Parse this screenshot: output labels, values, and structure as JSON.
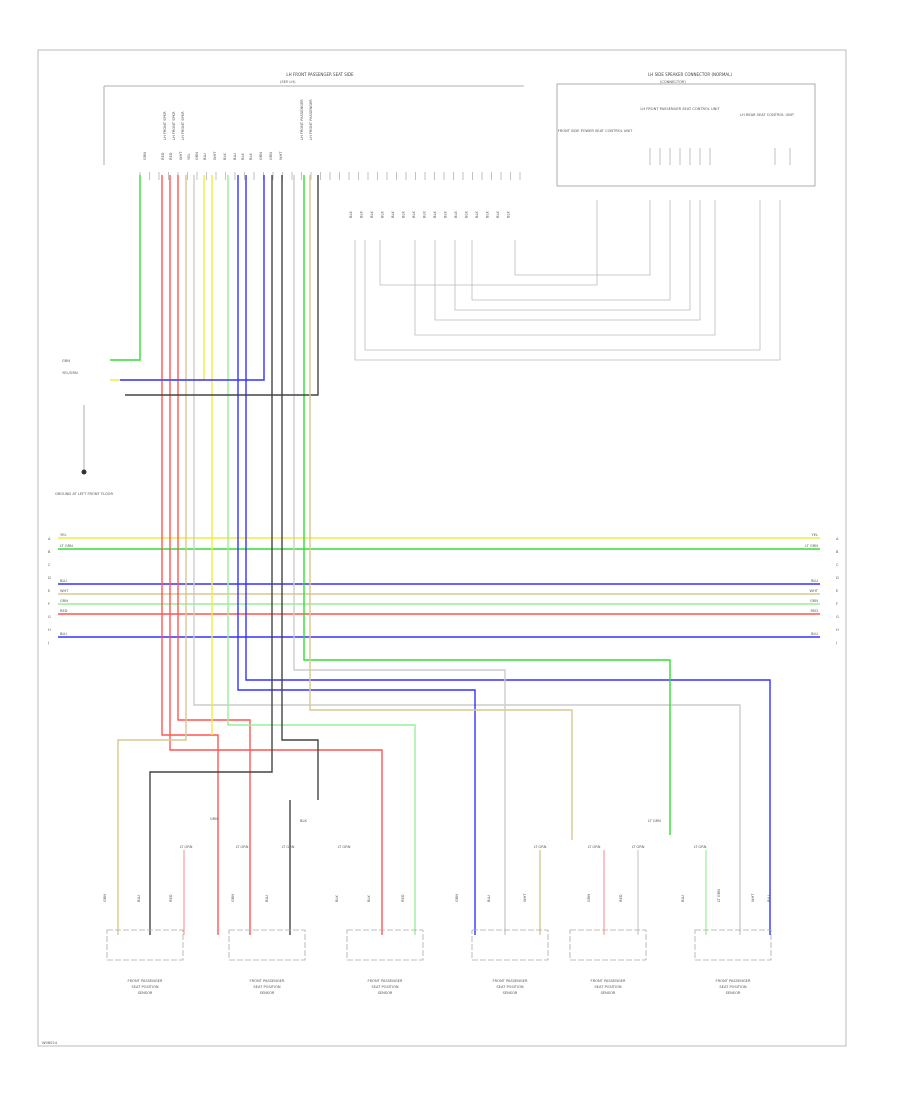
{
  "colors": {
    "frame": "#bbbbbb",
    "green": "#33dd33",
    "red": "#ff5555",
    "yellow": "#eeee44",
    "blue": "#3333ff",
    "pink": "#ff9999",
    "black": "#444444",
    "tan": "#d8c890",
    "gray": "#bbbbbb",
    "ltgreen": "#99ee99",
    "white": "#cccccc"
  },
  "header": {
    "left_title": "LH FRONT PASSENGER SEAT SIDE",
    "left_subtitle": "(SEE LH)",
    "right_title": "LH SIDE SPEAKER CONNECTOR (NORMAL)",
    "right_subtitle": "(CONNECTOR)"
  },
  "pins_top": [
    "GRN",
    "RED",
    "RED",
    "WHT",
    "YEL",
    "GRN",
    "BLU",
    "WHT",
    "BLK",
    "BLU",
    "BLK",
    "BLK",
    "GRN",
    "GRN",
    "WHT"
  ],
  "pins_mid": [
    "BLK",
    "BLK",
    "BLK",
    "BLK",
    "BLK",
    "BLK",
    "BLK",
    "BLK",
    "BLK",
    "BLK",
    "BLK",
    "BLK",
    "BLK",
    "BLK",
    "BLK",
    "BLK"
  ],
  "top_vertical_labels": [
    "LH FRONT SPKR",
    "LH FRONT SPKR",
    "LH FRONT SPKR",
    "LH FRONT PASSENGER",
    "LH FRONT PASSENGER"
  ],
  "upper_right_box": {
    "left_text": "FRONT SIDE POWER SEAT CONTROL UNIT",
    "center_text": "LH FRONT PASSENGER SEAT CONTROL UNIT",
    "right_text": "LH REAR SEAT CONTROL UNIT"
  },
  "left_stub": {
    "label_top": "GRN",
    "label_conn": "YEL/GRN",
    "ground_label": "GROUND AT LEFT FRONT FLOOR"
  },
  "bus_lines": [
    {
      "left": "YEL",
      "right": "YEL"
    },
    {
      "left": "LT GRN",
      "right": "LT GRN"
    },
    {
      "left": "BLU",
      "right": "BLU"
    },
    {
      "left": "WHT",
      "right": "WHT"
    },
    {
      "left": "GRN",
      "right": "GRN"
    },
    {
      "left": "RED",
      "right": "RED"
    },
    {
      "left": "BLU",
      "right": "BLU"
    }
  ],
  "row_letters": [
    "A",
    "B",
    "C",
    "D",
    "E",
    "F",
    "G",
    "H",
    "J"
  ],
  "mid_notes": [
    "GRN",
    "BLK",
    "LT GRN"
  ],
  "splice_labels": [
    "LT GRN",
    "LT GRN",
    "LT GRN",
    "LT GRN",
    "LT GRN",
    "LT GRN",
    "LT GRN",
    "LT GRN",
    "LT GRN"
  ],
  "bottom_wire_labels": [
    "GRN",
    "BLU",
    "RED",
    "GRN",
    "BLU",
    "BLK",
    "BLK",
    "RED",
    "GRN",
    "BLU",
    "WHT",
    "GRN",
    "RED",
    "BLU",
    "LT GRN",
    "WHT",
    "BLU"
  ],
  "components": [
    {
      "name": "FRONT PASSENGER SEAT POSITION SENSOR"
    },
    {
      "name": "FRONT PASSENGER SEAT POSITION SENSOR"
    },
    {
      "name": "FRONT PASSENGER SEAT POSITION SENSOR"
    },
    {
      "name": "FRONT PASSENGER SEAT POSITION SENSOR"
    },
    {
      "name": "FRONT PASSENGER SEAT POSITION SENSOR"
    },
    {
      "name": "FRONT PASSENGER SEAT POSITION SENSOR"
    }
  ],
  "footer_code": "W08024"
}
